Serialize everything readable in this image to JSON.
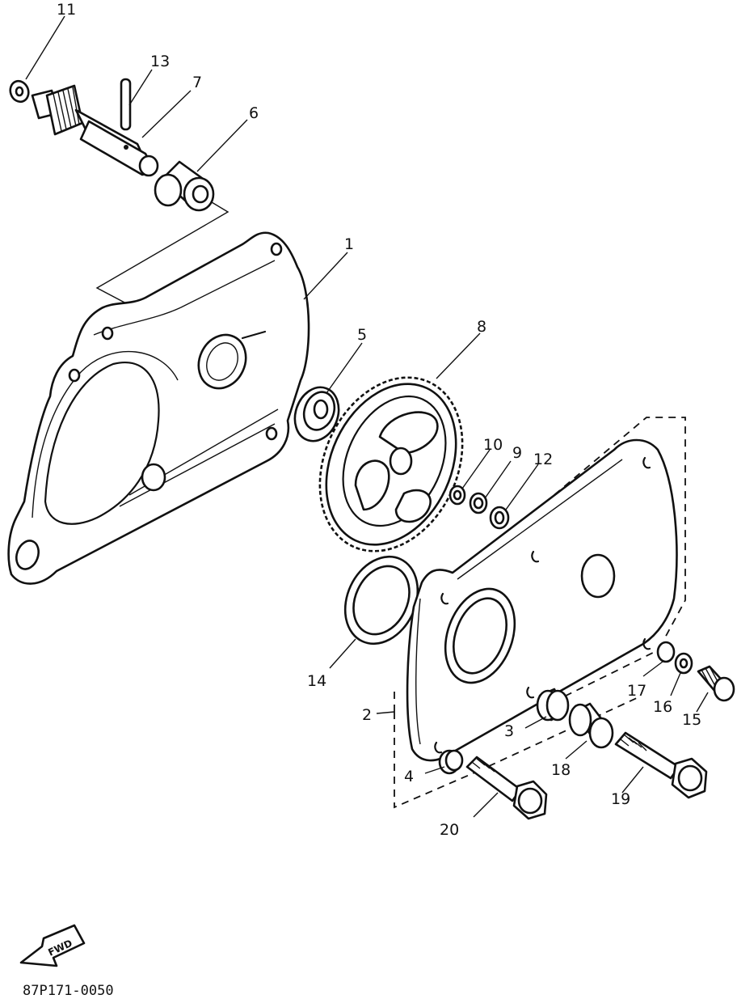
{
  "labels": {
    "p1": "1",
    "p2": "2",
    "p3": "3",
    "p4": "4",
    "p5": "5",
    "p6": "6",
    "p7": "7",
    "p8": "8",
    "p9": "9",
    "p10": "10",
    "p11": "11",
    "p12": "12",
    "p13": "13",
    "p14": "14",
    "p15": "15",
    "p16": "16",
    "p17": "17",
    "p18": "18",
    "p19": "19",
    "p20": "20"
  },
  "fwd_arrow_text": "FWD",
  "diagram_code": "87P171-0050"
}
